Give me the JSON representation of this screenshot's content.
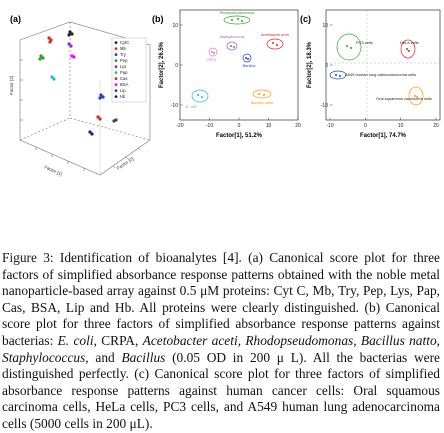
{
  "panels": {
    "a": {
      "label": "(a)",
      "z_axis_label": "Factor [3]",
      "x_axis_label": "Factor [1]",
      "y_axis_label": "Factor [2]",
      "legend": [
        "CytC",
        "Mb",
        "Try",
        "Pep",
        "Lys",
        "Pap",
        "Cas",
        "BSA",
        "Lip",
        "Hb"
      ],
      "legend_colors": [
        "#222222",
        "#d62728",
        "#1f3fd0",
        "#2ca02c",
        "#8c2bd6",
        "#17becf",
        "#d62728",
        "#ff00ff",
        "#444444",
        "#1a1a9a"
      ]
    },
    "b": {
      "label": "(b)",
      "xlabel": "Factor[1], 51.2%",
      "ylabel": "Factor[2], 26.5%",
      "xticks": [
        "-20",
        "-10",
        "0",
        "10",
        "20"
      ],
      "yticks": [
        "10",
        "0",
        "-10"
      ],
      "groups": [
        {
          "name": "Rhodopseudomonas",
          "color": "#2ca02c"
        },
        {
          "name": "Acetobacter aceti",
          "color": "#d62728"
        },
        {
          "name": "Staphylococcus",
          "color": "#9467bd"
        },
        {
          "name": "CRPA",
          "color": "#e377c2"
        },
        {
          "name": "Bacillus",
          "color": "#1f3fd0"
        },
        {
          "name": "E. coli",
          "color": "#17becf"
        },
        {
          "name": "Bacillus natto",
          "color": "#ff9900"
        }
      ]
    },
    "c": {
      "label": "(c)",
      "xlabel": "Factor[1], 74.7%",
      "ylabel": "Factor[2], 18.3%",
      "xticks": [
        "-10",
        "0",
        "10",
        "20"
      ],
      "yticks": [
        "10",
        "0",
        "-10"
      ],
      "groups": [
        {
          "name": "PC3 cells",
          "color": "#2ca02c"
        },
        {
          "name": "HeLa cells",
          "color": "#d62728"
        },
        {
          "name": "A549 human lung adenocarcinoma cells",
          "color": "#1f3fd0"
        },
        {
          "name": "Oral squamous carcinoma cells",
          "color": "#ff9900"
        }
      ]
    }
  },
  "caption": {
    "label": "Figure 3:",
    "s1": " Identification of bioanalytes [4]. (a) Canonical score plot for three factors of simplified absorbance response patterns obtained with the noble metal nanoparticle-based array against 0.5 μM proteins: Cyt C, Mb, Try, Pep, Lys, Pap, Cas, BSA, Lip and Hb. All proteins were clearly distinguished. (b) Canonical score plot for three factors of simplified absorbance response patterns against bacterias: ",
    "i1": "E. coli",
    "s2": ", CRPA, ",
    "i2": "Acetobacter aceti",
    "s3": ", ",
    "i3": "Rhodopseudomonas",
    "s4": ", ",
    "i4": "Bacillus natto",
    "s5": ", ",
    "i5": "Staphylococcus",
    "s6": ", and ",
    "i6": "Bacillus",
    "s7": " (0.05 OD in 200 μ L). All the bacterias were distinguished perfectly. (c) Canonical score plot for three factors of simplified absorbance response patterns against human cancer cells: Oral squamous carcinoma cells, HeLa cells, PC3 cells, and A549 human lung adenocarcinoma cells (5000 cells in 200 μL)."
  }
}
